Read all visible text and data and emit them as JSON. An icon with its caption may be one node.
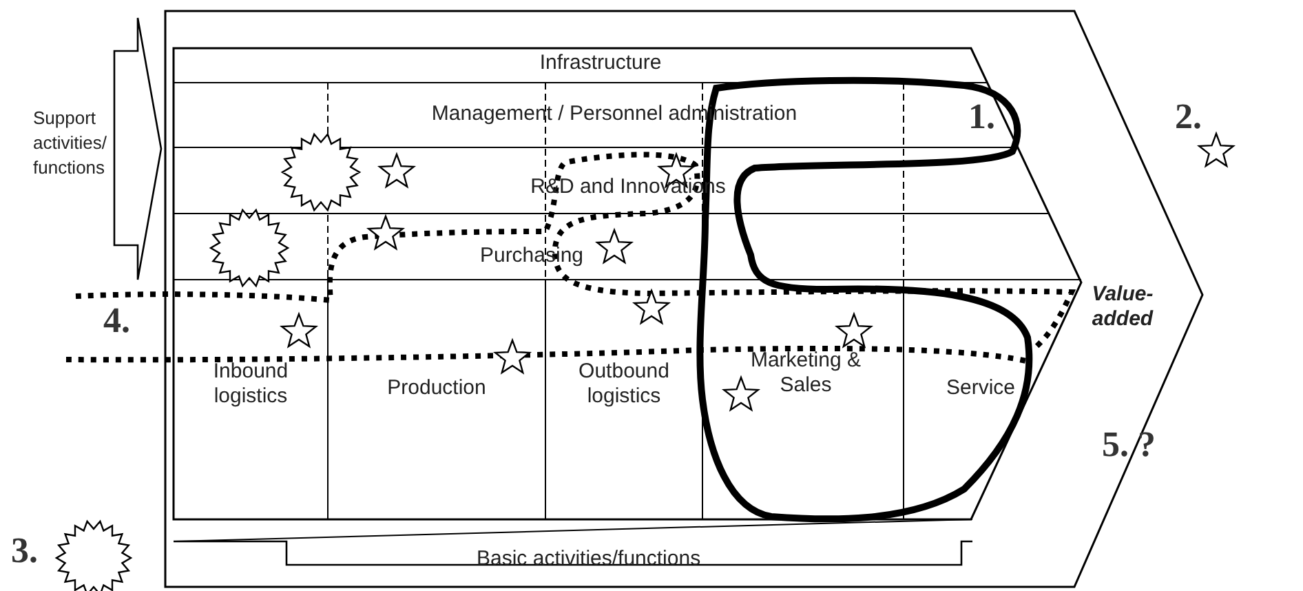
{
  "diagram": {
    "nodes": [
      {
        "text": [
          "Value-added"
        ]
      },
      {
        "text": [
          "Support activities/ functions"
        ]
      },
      {
        "text": [
          "Infrastructure"
        ],
        "in": 0
      },
      {
        "text": [
          "Management / Personnel administration"
        ],
        "in": 0
      },
      {
        "text": [
          "R&D and Innovations"
        ],
        "in": 0
      },
      {
        "text": [
          "Purchasing"
        ],
        "in": 0
      },
      {
        "text": [
          "Inbound logistics"
        ],
        "in": 0
      },
      {
        "text": [
          "Production"
        ],
        "in": 0
      },
      {
        "text": [
          "Outbound logistics"
        ],
        "in": 0
      },
      {
        "text": [
          "Marketing & Sales"
        ],
        "in": 0
      },
      {
        "text": [
          "Service"
        ],
        "in": 0
      },
      {
        "text": [
          "Basic activities/functions"
        ],
        "in": 0
      }
    ],
    "labels": [
      "1.",
      "2.",
      "3.",
      "4.",
      "5. ?"
    ]
  }
}
